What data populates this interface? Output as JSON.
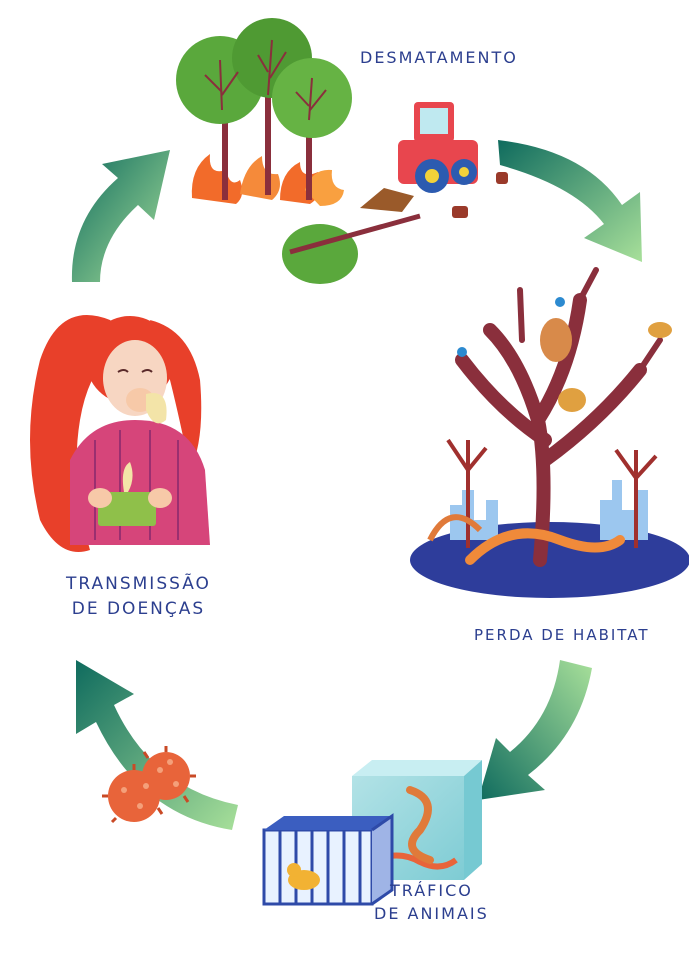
{
  "diagram": {
    "stages": [
      {
        "id": "desmatamento",
        "label": "DESMATAMENTO"
      },
      {
        "id": "perda",
        "label": "PERDA DE HABITAT"
      },
      {
        "id": "trafico",
        "label": "TRÁFICO\nDE ANIMAIS"
      },
      {
        "id": "transmissao",
        "label": "TRANSMISSÃO\nDE DOENÇAS"
      }
    ],
    "colors": {
      "label": "#2c3f8f",
      "arrow_dark": "#0f6b5e",
      "arrow_light": "#a8e09a",
      "tree_green": "#5aa83c",
      "fire": "#f26b2a",
      "tractor": "#e8464e",
      "trunk": "#8a2f3c",
      "hair": "#e8402a",
      "sweater": "#d6457a",
      "virus": "#e8643a"
    }
  }
}
